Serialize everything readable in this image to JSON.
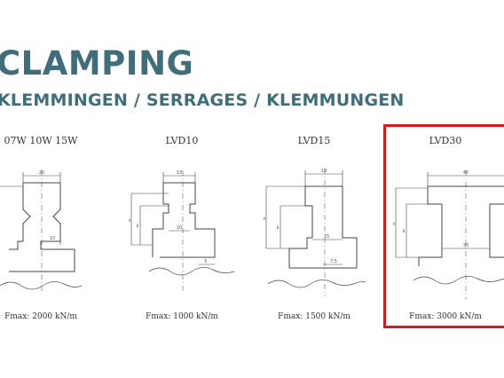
{
  "header": {
    "title": "CLAMPING",
    "subtitle": "KLEMMINGEN / SERRAGES / KLEMMUNGEN"
  },
  "panels": [
    {
      "name": "07W 10W 15W",
      "fmax": "Fmax: 2000 kN/m",
      "dims": {
        "width": "20",
        "lower": "10"
      }
    },
    {
      "name": "LVD10",
      "fmax": "Fmax: 1000 kN/m",
      "dims": {
        "top": "13",
        "mid": "10",
        "step": "5",
        "height_outer": "A",
        "height_inner": "B"
      }
    },
    {
      "name": "LVD15",
      "fmax": "Fmax: 1500 kN/m",
      "dims": {
        "top": "18",
        "mid": "15",
        "step": "7.5",
        "height_outer": "A",
        "height_inner": "B"
      }
    },
    {
      "name": "LVD30",
      "fmax": "Fmax: 3000 kN/m",
      "dims": {
        "top": "45",
        "mid": "30",
        "height_outer": "A",
        "height_inner": "B"
      }
    }
  ],
  "colors": {
    "title": "#3f6d7a",
    "highlight": "#e0161f",
    "line": "#444444"
  },
  "highlighted_panel": "LVD30"
}
